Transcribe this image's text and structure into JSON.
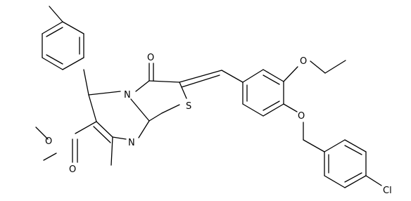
{
  "molecule": {
    "atoms": {
      "o_ketone": "O",
      "n_ring": "N",
      "s_ring": "S",
      "n_imine": "N",
      "o_ester_single": "O",
      "o_ester_double": "O",
      "o_ethoxy": "O",
      "o_benzyloxy": "O",
      "cl": "Cl"
    }
  }
}
